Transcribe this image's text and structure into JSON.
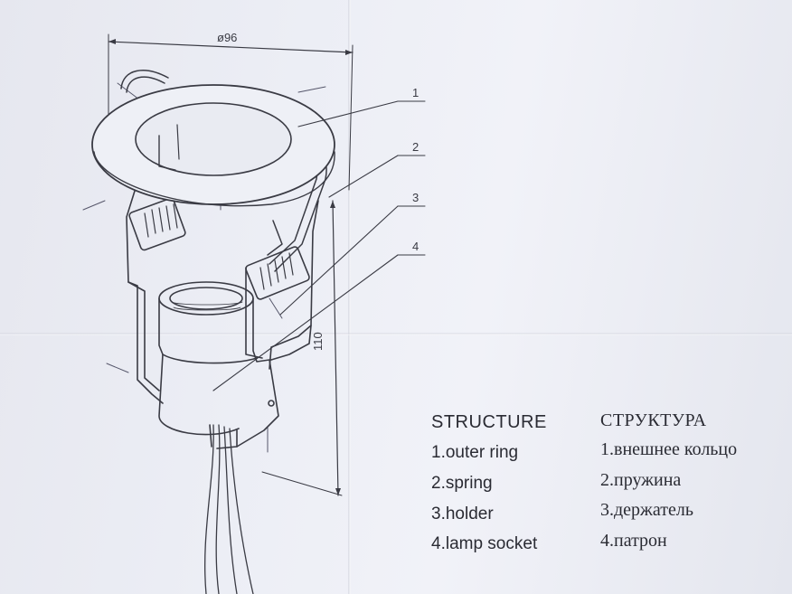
{
  "dimensions": {
    "diameter": "ø96",
    "height": "110"
  },
  "callouts": [
    "1",
    "2",
    "3",
    "4"
  ],
  "legend": {
    "en_title": "STRUCTURE",
    "ru_title": "СТРУКТУРА",
    "en_items": [
      "1.outer ring",
      "2.spring",
      "3.holder",
      "4.lamp socket"
    ],
    "ru_items": [
      "1.внешнее кольцо",
      "2.пружина",
      "3.держатель",
      "4.патрон"
    ]
  },
  "colors": {
    "ink": "#2a2b33",
    "paper": "#eceef5"
  }
}
